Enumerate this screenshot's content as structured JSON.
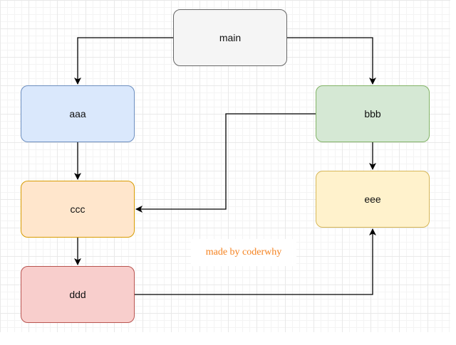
{
  "nodes": {
    "main": {
      "label": "main",
      "fill": "#f5f5f5",
      "stroke": "#666666"
    },
    "aaa": {
      "label": "aaa",
      "fill": "#dae8fc",
      "stroke": "#6c8ebf"
    },
    "bbb": {
      "label": "bbb",
      "fill": "#d5e8d4",
      "stroke": "#82b366"
    },
    "ccc": {
      "label": "ccc",
      "fill": "#ffe6cc",
      "stroke": "#d79b00"
    },
    "ddd": {
      "label": "ddd",
      "fill": "#f8cecc",
      "stroke": "#b85450"
    },
    "eee": {
      "label": "eee",
      "fill": "#fff2cc",
      "stroke": "#d6b656"
    }
  },
  "edges": [
    {
      "from": "main",
      "to": "aaa"
    },
    {
      "from": "main",
      "to": "bbb"
    },
    {
      "from": "aaa",
      "to": "ccc"
    },
    {
      "from": "bbb",
      "to": "ccc"
    },
    {
      "from": "bbb",
      "to": "eee"
    },
    {
      "from": "ccc",
      "to": "ddd"
    },
    {
      "from": "ddd",
      "to": "eee"
    }
  ],
  "watermark": {
    "text": "made by coderwhy",
    "color": "#f5821f"
  }
}
